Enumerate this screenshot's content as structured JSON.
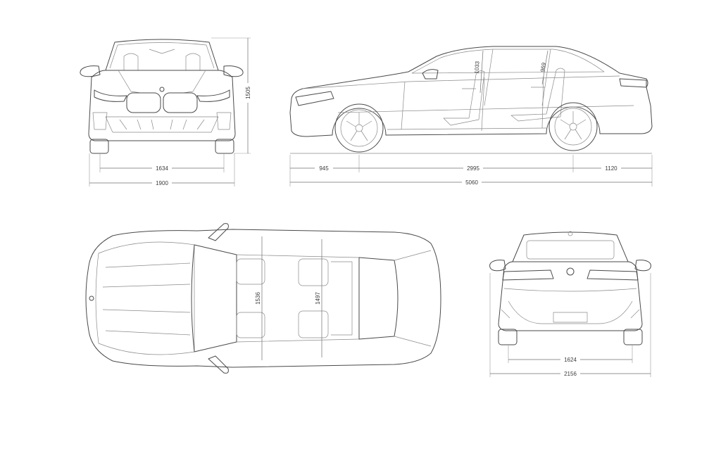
{
  "dimensions": {
    "front_track": "1634",
    "front_width": "1900",
    "height": "1505",
    "front_overhang": "945",
    "wheelbase": "2995",
    "rear_overhang": "1120",
    "length": "5060",
    "front_headroom": "1033",
    "rear_headroom": "969",
    "front_shoulder": "1536",
    "rear_shoulder": "1497",
    "rear_track": "1624",
    "width_with_mirrors": "2156"
  },
  "colors": {
    "line": "#4a4a4a",
    "dimension": "#6f6f6f",
    "background": "#ffffff"
  }
}
